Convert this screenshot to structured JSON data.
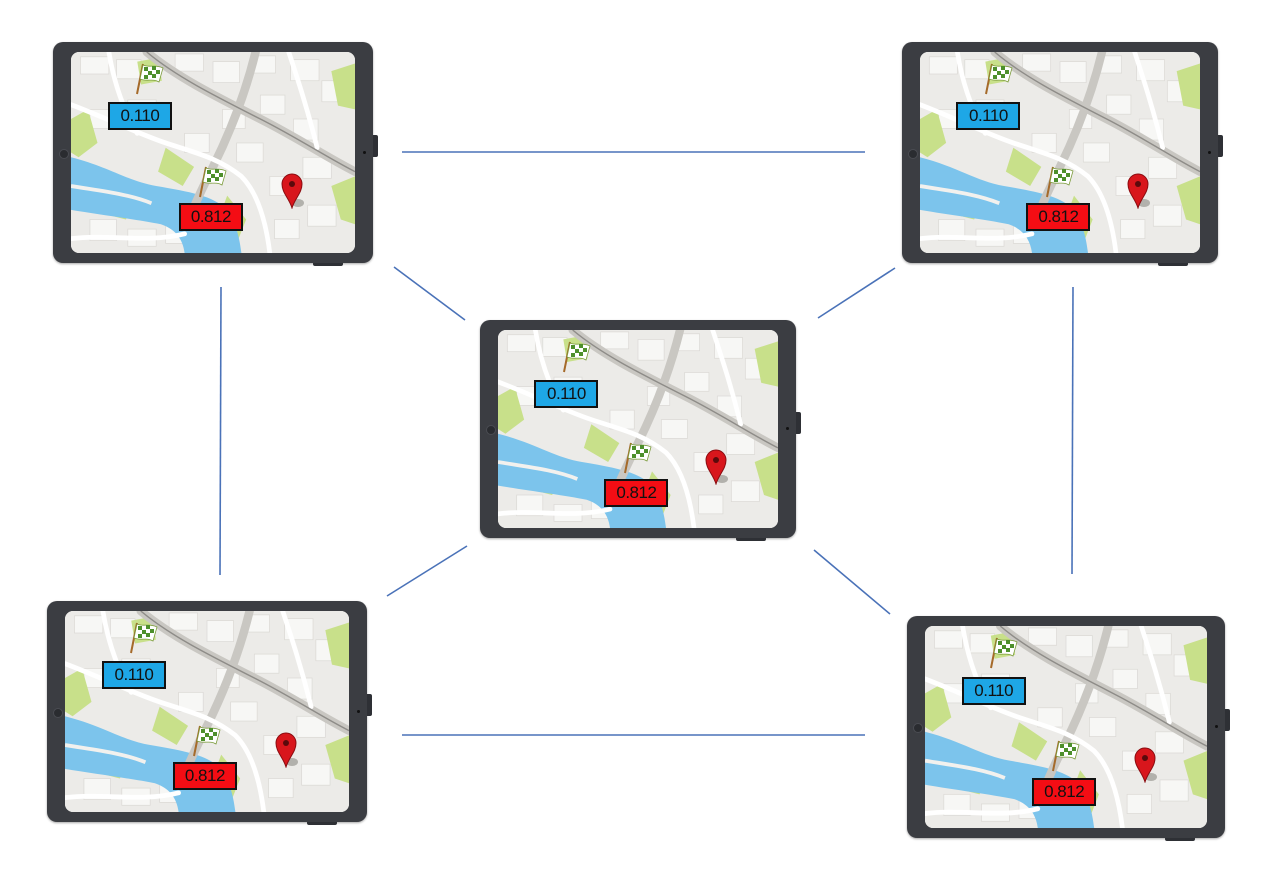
{
  "nodes": [
    {
      "id": "top-left",
      "blue_value": "0.110",
      "red_value": "0.812"
    },
    {
      "id": "top-right",
      "blue_value": "0.110",
      "red_value": "0.812"
    },
    {
      "id": "center",
      "blue_value": "0.110",
      "red_value": "0.812"
    },
    {
      "id": "bottom-left",
      "blue_value": "0.110",
      "red_value": "0.812"
    },
    {
      "id": "bottom-right",
      "blue_value": "0.110",
      "red_value": "0.812"
    }
  ],
  "edges": [
    [
      "top-left",
      "top-right"
    ],
    [
      "top-left",
      "bottom-left"
    ],
    [
      "top-right",
      "bottom-right"
    ],
    [
      "bottom-left",
      "bottom-right"
    ],
    [
      "top-left",
      "center"
    ],
    [
      "top-right",
      "center"
    ],
    [
      "bottom-left",
      "center"
    ],
    [
      "bottom-right",
      "center"
    ]
  ],
  "colors": {
    "edge": "#4a72b8",
    "blue_label": "#1ea7e6",
    "red_label": "#f40d14",
    "tablet_frame": "#3b3d42",
    "water": "#7cc4ec",
    "park": "#c8e08a",
    "pin": "#d8161c"
  },
  "icons": {
    "flag": "checkered-flag-icon",
    "pin": "map-pin-icon"
  }
}
